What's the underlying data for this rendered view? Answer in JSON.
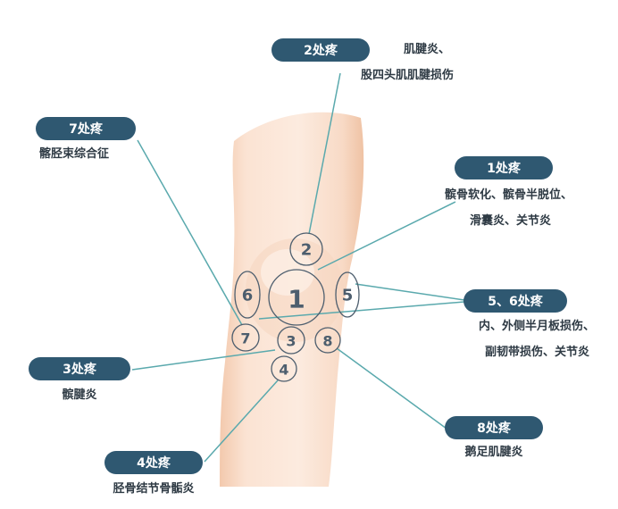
{
  "colors": {
    "pill_bg": "#2f5871",
    "line": "#5aa9ad",
    "skin_light": "#fbe5d6",
    "skin_mid": "#f6d2bb",
    "marker": "#4d5e6e"
  },
  "markers": [
    "1",
    "2",
    "3",
    "4",
    "5",
    "6",
    "7",
    "8"
  ],
  "labels": {
    "p1": {
      "title": "1处疼",
      "lines": [
        "髌骨软化、髌骨半脱位、",
        "滑囊炎、关节炎"
      ]
    },
    "p2": {
      "title": "2处疼",
      "lines": [
        "肌腱炎、",
        "股四头肌肌腱损伤"
      ]
    },
    "p3": {
      "title": "3处疼",
      "lines": [
        "髌腱炎"
      ]
    },
    "p4": {
      "title": "4处疼",
      "lines": [
        "胫骨结节骨骺炎"
      ]
    },
    "p56": {
      "title": "5、6处疼",
      "lines": [
        "内、外侧半月板损伤、",
        "副韧带损伤、关节炎"
      ]
    },
    "p7": {
      "title": "7处疼",
      "lines": [
        "髂胫束综合征"
      ]
    },
    "p8": {
      "title": "8处疼",
      "lines": [
        "鹅足肌腱炎"
      ]
    }
  }
}
